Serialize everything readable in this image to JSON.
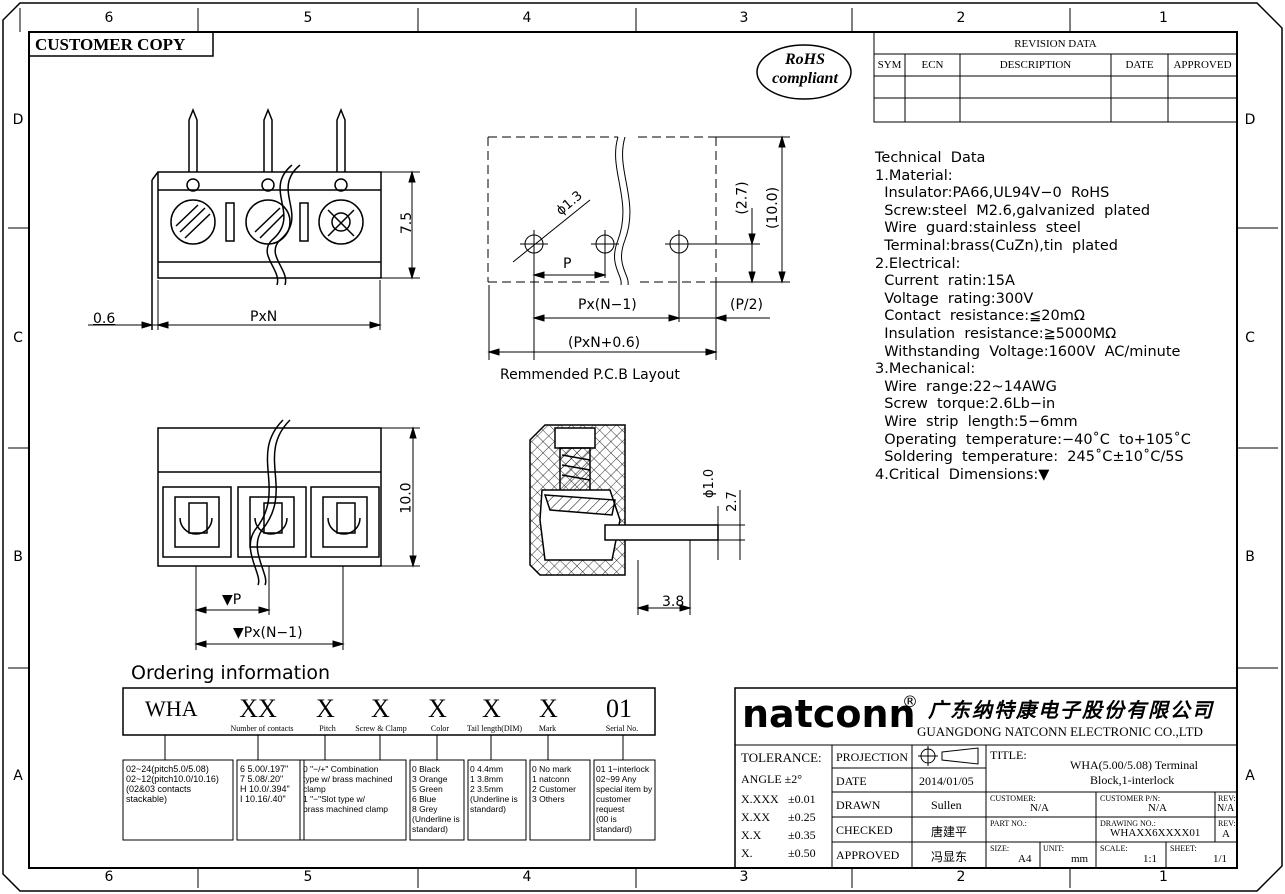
{
  "ruler": {
    "top": [
      "6",
      "5",
      "4",
      "3",
      "2",
      "1"
    ],
    "bottom": [
      "6",
      "5",
      "4",
      "3",
      "2",
      "1"
    ],
    "left": [
      "D",
      "C",
      "B",
      "A"
    ],
    "right": [
      "D",
      "C",
      "B",
      "A"
    ]
  },
  "customer_copy": "CUSTOMER COPY",
  "rohs": {
    "line1": "RoHS",
    "line2": "compliant"
  },
  "revision": {
    "title": "REVISION DATA",
    "headers": [
      "SYM",
      "ECN",
      "DESCRIPTION",
      "DATE",
      "APPROVED"
    ]
  },
  "technical": {
    "lines": [
      "Technical  Data",
      "1.Material:",
      "  Insulator:PA66,UL94V−0  RoHS",
      "  Screw:steel  M2.6,galvanized  plated",
      "  Wire  guard:stainless  steel",
      "  Terminal:brass(CuZn),tin  plated",
      "2.Electrical:",
      "  Current  ratin:15A",
      "  Voltage  rating:300V",
      "  Contact  resistance:≦20mΩ",
      "  Insulation  resistance:≧5000MΩ",
      "  Withstanding  Voltage:1600V  AC/minute",
      "3.Mechanical:",
      "  Wire  range:22~14AWG",
      "  Screw  torque:2.6Lb−in",
      "  Wire  strip  length:5−6mm",
      "  Operating  temperature:−40˚C  to+105˚C",
      "  Soldering  temperature:  245˚C±10˚C/5S",
      "4.Critical  Dimensions:▼"
    ]
  },
  "dims": {
    "d06": "0.6",
    "pxn": "PxN",
    "h75": "7.5",
    "hole": "ϕ1.3",
    "p": "P",
    "d27": "(2.7)",
    "d100": "(10.0)",
    "pxn1": "Px(N−1)",
    "p2": "(P/2)",
    "pxn06": "(PxN+0.6)",
    "pcb": "Remmended  P.C.B  Layout",
    "h100": "10.0",
    "vp": "▼P",
    "vpxn1": "▼Px(N−1)",
    "pin": "ϕ1.0",
    "d27b": "2.7",
    "d38": "3.8"
  },
  "ordering": {
    "title": "Ordering  information",
    "codes": [
      {
        "code": "WHA",
        "label": ""
      },
      {
        "code": "XX",
        "label": "Number of contacts"
      },
      {
        "code": "X",
        "label": "Pitch"
      },
      {
        "code": "X",
        "label": "Screw & Clamp"
      },
      {
        "code": "X",
        "label": "Color"
      },
      {
        "code": "X",
        "label": "Tail length(DIM)"
      },
      {
        "code": "X",
        "label": "Mark"
      },
      {
        "code": "01",
        "label": "Serial No."
      }
    ],
    "boxes": [
      "02~24(pitch5.0/5.08)\n02~12(pitch10.0/10.16)\n(02&03 contacts\nstackable)",
      "6 5.00/.197\"\n7 5.08/.20\"\nH 10.0/.394\"\nI 10.16/.40\"",
      "0 \"−/+\" Combination\ntype w/ brass machined\nclamp\n1 \"−\"Slot type w/\nbrass machined clamp",
      "0 Black\n3 Orange\n5 Green\n6 Blue\n8 Grey\n(Underline is\nstandard)",
      "0 4.4mm\n1 3.8mm\n2 3.5mm\n(Underline is\nstandard)",
      "0 No mark\n1 natconn\n2 Customer\n3 Others",
      "01 1−interlock\n02~99 Any\nspecial item by\ncustomer\nrequest\n(00 is\nstandard)"
    ]
  },
  "titleblock": {
    "brand": "natconn",
    "reg": "®",
    "company_cn": "广东纳特康电子股份有限公司",
    "company_en": "GUANGDONG NATCONN ELECTRONIC CO.,LTD",
    "tolerance": "TOLERANCE:",
    "angle": "ANGLE ±2°",
    "tol_rows": [
      [
        "X.XXX",
        "±0.01"
      ],
      [
        "X.XX",
        "±0.25"
      ],
      [
        "X.X",
        "±0.35"
      ],
      [
        "X.",
        "±0.50"
      ]
    ],
    "projection": "PROJECTION",
    "date_label": "DATE",
    "date": "2014/01/05",
    "drawn_label": "DRAWN",
    "drawn": "Sullen",
    "checked_label": "CHECKED",
    "checked": "唐建平",
    "approved_label": "APPROVED",
    "approved": "冯显东",
    "title_label": "TITLE:",
    "title1": "WHA(5.00/5.08) Terminal",
    "title2": "Block,1-interlock",
    "customer_label": "CUSTOMER:",
    "customer": "N/A",
    "customer_pn_label": "CUSTOMER P/N:",
    "customer_pn": "N/A",
    "rev_label": "REV:",
    "rev1": "N/A",
    "part_label": "PART NO.:",
    "drawing_label": "DRAWING NO.:",
    "drawing": "WHAXX6XXXX01",
    "rev2": "A",
    "size_label": "SIZE:",
    "size": "A4",
    "unit_label": "UNIT:",
    "unit": "mm",
    "scale_label": "SCALE:",
    "scale": "1:1",
    "sheet_label": "SHEET:",
    "sheet": "1/1"
  }
}
